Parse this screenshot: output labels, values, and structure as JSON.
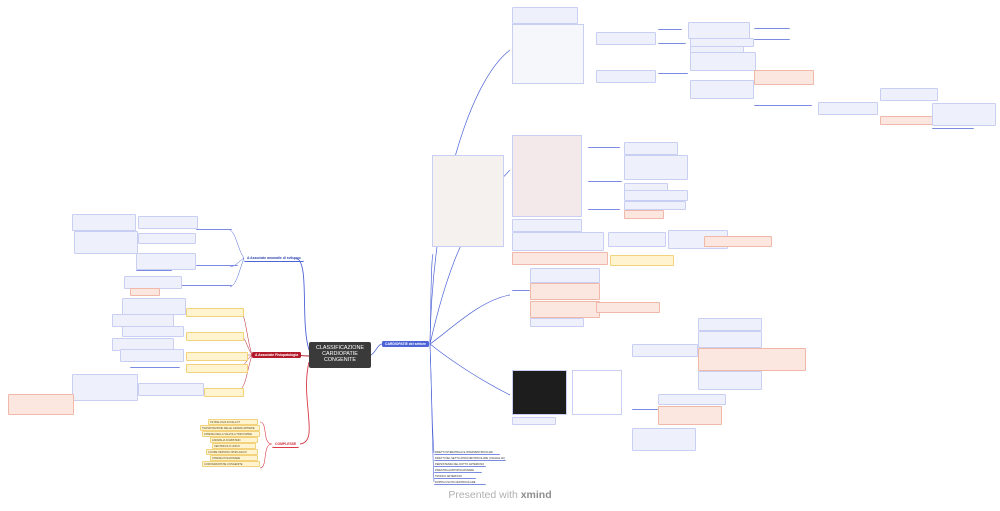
{
  "central": {
    "line1": "CLASSIFICAZIONE",
    "line2": "CARDIOPATIE",
    "line3": "CONGENITE"
  },
  "branches": {
    "right_main": "CARDIOPATIE del settore",
    "left_blue": "A Associate anomalie di sviluppo",
    "left_red": "A Associate Fisiopatologia",
    "left_pink": "COMPLESSE"
  },
  "right_bottom_list": [
    "DIFETTI INTERATRIALI E INTERVENTRICOLARI",
    "DIFETTI DEL SETTO ATRIOVENTRICOLARE (CANALE AV)",
    "PERSISTENZA DEL DOTTO ARTERIOSO",
    "FINESTRA AORTOPOLMONARE",
    "TRONCO ARTERIOSO",
    "DOPPIA USCITA VENTRICOLARE"
  ],
  "pink_list": [
    "TETRALOGIA DI FALLOT",
    "TRASPOSIZIONE DELLE GRANDI ARTERIE",
    "ATRESIA DELLA VALVOLA TRICUSPIDE",
    "ANOMALIA DI EBSTEIN",
    "VENTRICOLO UNICO",
    "CUORE SINISTRO IPOPLASICO",
    "ATRESIA POLMONARE",
    "CORONAROPATIE CONGENITE"
  ],
  "footer": {
    "presented": "Presented with",
    "brand": "xmind"
  },
  "colors": {
    "blue": "#4d64d6",
    "red": "#b31b2a",
    "pink": "#d83a46",
    "central": "#3a3a3a"
  }
}
